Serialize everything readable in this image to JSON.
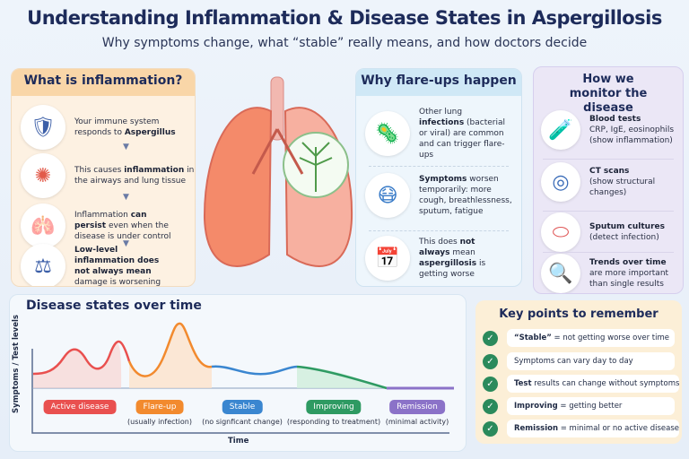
{
  "header": {
    "title": "Understanding Inflammation & Disease States in Aspergillosis",
    "subtitle": "Why symptoms change, what “stable” really means, and how doctors decide"
  },
  "inflammation": {
    "title": "What is inflammation?",
    "items": [
      {
        "icon": "shield-check-icon",
        "a": "Your immune system responds to ",
        "b": "Aspergillus",
        "c": ""
      },
      {
        "icon": "immune-cells-icon",
        "a": "This causes ",
        "b": "inflammation",
        "c": " in the airways and lung tissue"
      },
      {
        "icon": "lungs-icon",
        "a": "Inflammation ",
        "b": "can persist",
        "c": " even when the disease is under control"
      },
      {
        "icon": "balance-scale-icon",
        "a": "",
        "b": "Low-level inflammation does not always mean",
        "c": " damage is worsening"
      }
    ]
  },
  "flare": {
    "title": "Why flare-ups happen",
    "items": [
      {
        "icon": "virus-icon",
        "a": "Other lung ",
        "b": "infections",
        "c": " (bacterial or viral) are common and can trigger flare-ups"
      },
      {
        "icon": "coughing-person-icon",
        "a": "",
        "b": "Symptoms",
        "c": " worsen temporarily: more cough, breathlessness, sputum, fatigue"
      },
      {
        "icon": "calendar-icon",
        "a": "This does ",
        "b": "not always",
        "c": " mean ",
        "d": "aspergillosis",
        "e": " is getting worse"
      }
    ]
  },
  "monitor": {
    "title": "How we monitor the disease",
    "items": [
      {
        "icon": "blood-test-icon",
        "title": "Blood tests",
        "desc": "CRP, IgE, eosinophils (show inflammation)"
      },
      {
        "icon": "ct-scanner-icon",
        "title": "CT scans",
        "desc": "(show structural changes)"
      },
      {
        "icon": "petri-dish-icon",
        "title": "Sputum cultures",
        "desc": "(detect infection)"
      },
      {
        "icon": "report-magnifier-icon",
        "title": "Trends over time",
        "desc": "are more important than single results"
      }
    ]
  },
  "chart": {
    "title": "Disease states over time",
    "ylabel": "Symptoms / Test levels",
    "xlabel": "Time",
    "states": [
      {
        "label": "Active disease",
        "sub": "",
        "color": "#e9504f"
      },
      {
        "label": "Flare-up",
        "sub": "(usually infection)",
        "color": "#f28a2e"
      },
      {
        "label": "Stable",
        "sub": "(no signficant change)",
        "color": "#3a86d0"
      },
      {
        "label": "Improving",
        "sub": "(responding to treatment)",
        "color": "#2e9a62"
      },
      {
        "label": "Remission",
        "sub": "(minimal activity)",
        "color": "#8b72c8"
      }
    ]
  },
  "key": {
    "title": "Key points to remember",
    "items": [
      {
        "b": "“Stable”",
        "c": " = not getting worse over time"
      },
      {
        "b": "",
        "c": "Symptoms can vary day to day"
      },
      {
        "b": "Test",
        "c": " results can change without symptoms"
      },
      {
        "b": "Improving",
        "c": " = getting better"
      },
      {
        "b": "Remission",
        "c": " = minimal or no active disease"
      }
    ]
  }
}
